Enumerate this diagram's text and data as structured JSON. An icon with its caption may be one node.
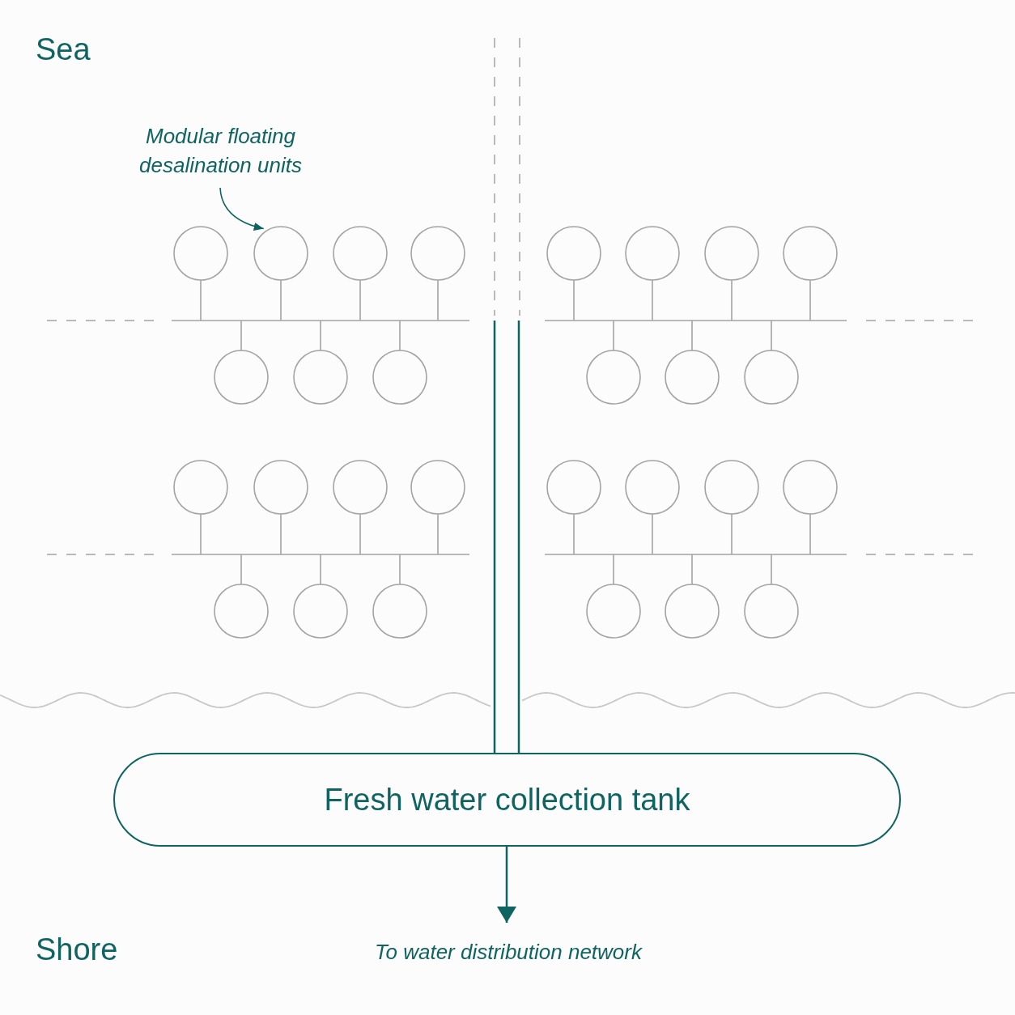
{
  "diagram": {
    "nodes": [
      {
        "text": [
          "Modular floating desalination units"
        ]
      },
      {
        "text": [],
        "shape": "circle"
      },
      {
        "text": [],
        "shape": "circle"
      },
      {
        "text": [],
        "shape": "circle"
      },
      {
        "text": [],
        "shape": "circle"
      },
      {
        "text": [],
        "shape": "bar"
      },
      {
        "text": [],
        "shape": "circle"
      },
      {
        "text": [],
        "shape": "circle"
      },
      {
        "text": [],
        "shape": "circle"
      },
      {
        "text": [],
        "shape": "circle"
      },
      {
        "text": [],
        "shape": "circle"
      },
      {
        "text": [],
        "shape": "circle"
      },
      {
        "text": [],
        "shape": "circle"
      },
      {
        "text": [],
        "shape": "bar"
      },
      {
        "text": [],
        "shape": "circle"
      },
      {
        "text": [],
        "shape": "circle"
      },
      {
        "text": [],
        "shape": "circle"
      },
      {
        "text": [],
        "shape": "circle"
      },
      {
        "text": [],
        "shape": "circle"
      },
      {
        "text": [],
        "shape": "circle"
      },
      {
        "text": [],
        "shape": "circle"
      },
      {
        "text": [],
        "shape": "bar"
      },
      {
        "text": [],
        "shape": "circle"
      },
      {
        "text": [],
        "shape": "circle"
      },
      {
        "text": [],
        "shape": "circle"
      },
      {
        "text": [],
        "shape": "circle"
      },
      {
        "text": [],
        "shape": "circle"
      },
      {
        "text": [],
        "shape": "circle"
      },
      {
        "text": [],
        "shape": "circle"
      },
      {
        "text": [],
        "shape": "bar"
      },
      {
        "text": [],
        "shape": "circle"
      },
      {
        "text": [],
        "shape": "circle"
      },
      {
        "text": [],
        "shape": "circle"
      },
      {
        "text": [
          "Fresh water collection tank"
        ]
      },
      {
        "text": [
          "To water distribution network"
        ]
      }
    ],
    "edges": [
      {
        "from": 0,
        "to": 2,
        "arrow": "to",
        "color": "#0f6462"
      },
      {
        "from": 1,
        "to": 5,
        "arrow": "none"
      },
      {
        "from": 2,
        "to": 5,
        "arrow": "none"
      },
      {
        "from": 3,
        "to": 5,
        "arrow": "none"
      },
      {
        "from": 4,
        "to": 5,
        "arrow": "none"
      },
      {
        "from": 6,
        "to": 5,
        "arrow": "none"
      },
      {
        "from": 7,
        "to": 5,
        "arrow": "none"
      },
      {
        "from": 8,
        "to": 5,
        "arrow": "none"
      },
      {
        "from": 9,
        "to": 13,
        "arrow": "none"
      },
      {
        "from": 10,
        "to": 13,
        "arrow": "none"
      },
      {
        "from": 11,
        "to": 13,
        "arrow": "none"
      },
      {
        "from": 12,
        "to": 13,
        "arrow": "none"
      },
      {
        "from": 14,
        "to": 13,
        "arrow": "none"
      },
      {
        "from": 15,
        "to": 13,
        "arrow": "none"
      },
      {
        "from": 16,
        "to": 13,
        "arrow": "none"
      },
      {
        "from": 17,
        "to": 21,
        "arrow": "none"
      },
      {
        "from": 18,
        "to": 21,
        "arrow": "none"
      },
      {
        "from": 19,
        "to": 21,
        "arrow": "none"
      },
      {
        "from": 20,
        "to": 21,
        "arrow": "none"
      },
      {
        "from": 22,
        "to": 21,
        "arrow": "none"
      },
      {
        "from": 23,
        "to": 21,
        "arrow": "none"
      },
      {
        "from": 24,
        "to": 21,
        "arrow": "none"
      },
      {
        "from": 25,
        "to": 29,
        "arrow": "none"
      },
      {
        "from": 26,
        "to": 29,
        "arrow": "none"
      },
      {
        "from": 27,
        "to": 29,
        "arrow": "none"
      },
      {
        "from": 28,
        "to": 29,
        "arrow": "none"
      },
      {
        "from": 30,
        "to": 29,
        "arrow": "none"
      },
      {
        "from": 31,
        "to": 29,
        "arrow": "none"
      },
      {
        "from": 32,
        "to": 29,
        "arrow": "none"
      },
      {
        "from": 33,
        "to": 34,
        "arrow": "to",
        "color": "#0f6462"
      }
    ],
    "labels": [
      "Sea",
      "Shore"
    ]
  }
}
